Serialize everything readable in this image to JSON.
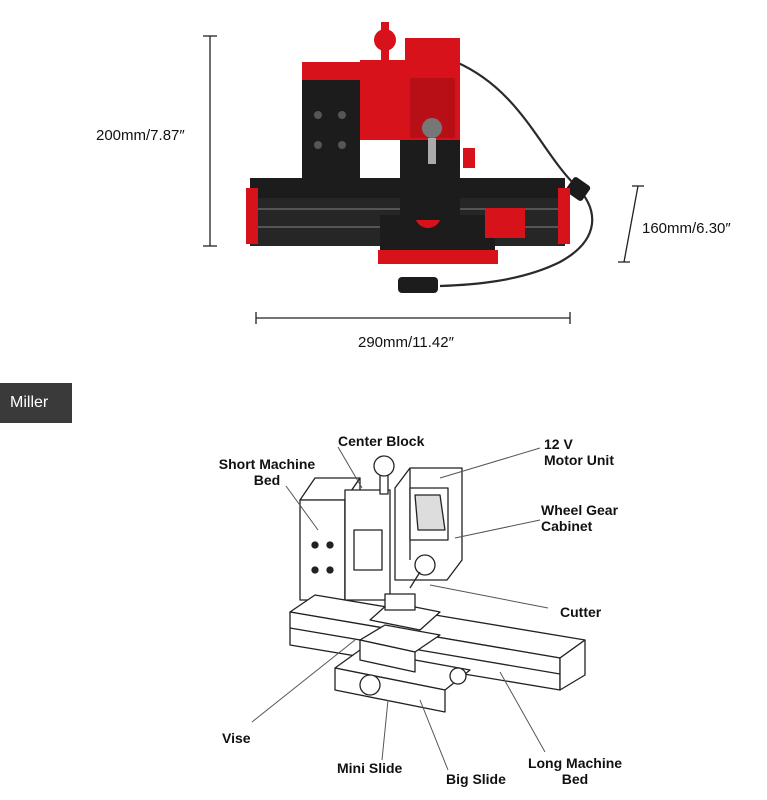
{
  "dimensions": {
    "height": "200mm/7.87″",
    "depth": "160mm/6.30″",
    "width": "290mm/11.42″"
  },
  "section_tag": "Miller",
  "parts": {
    "center_block": "Center Block",
    "short_machine_bed": [
      "Short Machine",
      "Bed"
    ],
    "motor_unit": [
      "12 V",
      "Motor Unit"
    ],
    "wheel_gear_cabinet": [
      "Wheel Gear",
      "Cabinet"
    ],
    "cutter": "Cutter",
    "vise": "Vise",
    "mini_slide": "Mini Slide",
    "big_slide": "Big Slide",
    "long_machine_bed": [
      "Long Machine",
      "Bed"
    ]
  },
  "colors": {
    "machine_red": "#d8121b",
    "machine_black": "#1c1c1c",
    "tag_bg": "#3a3a3a"
  }
}
